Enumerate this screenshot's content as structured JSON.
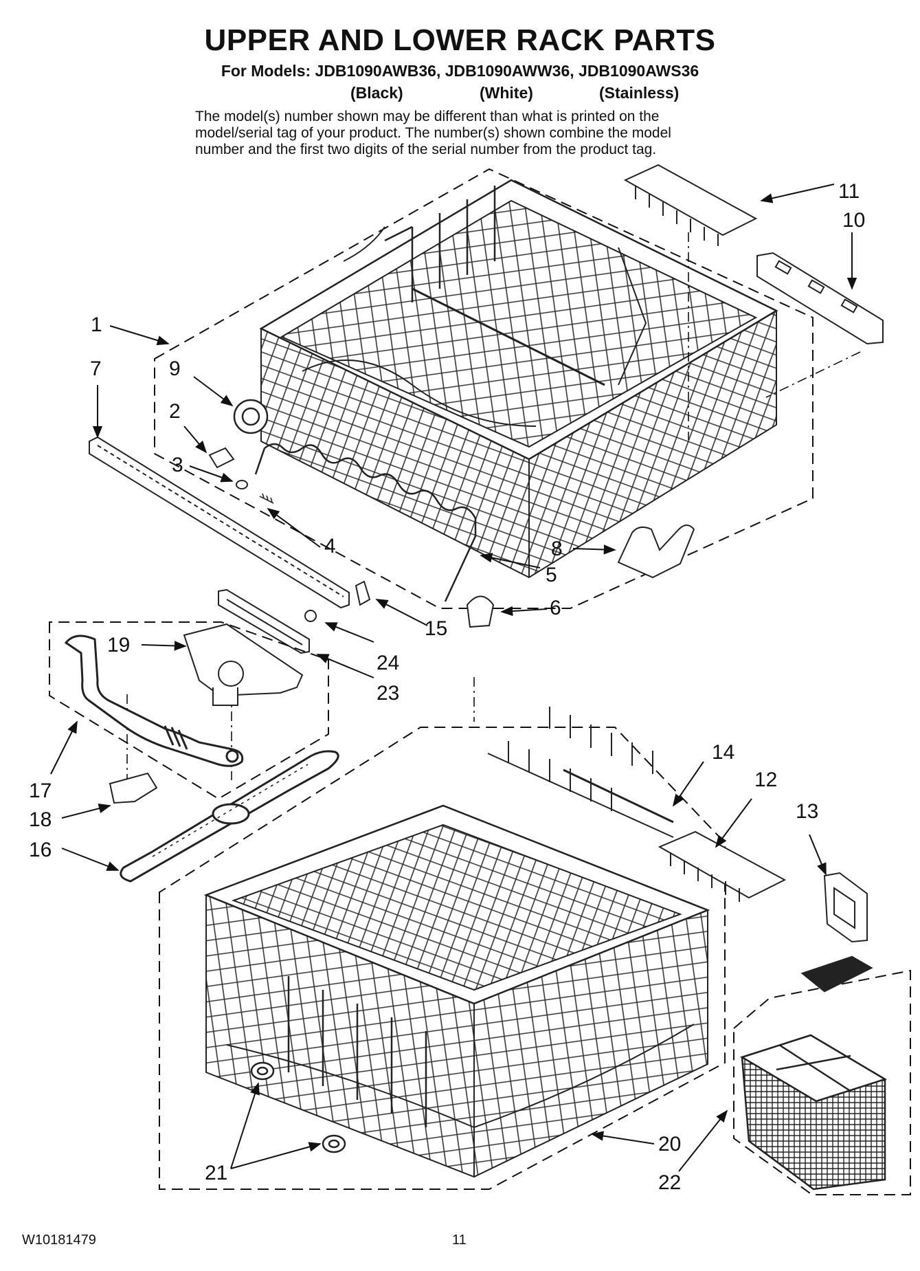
{
  "header": {
    "title": "UPPER AND LOWER RACK PARTS",
    "subtitle": "For Models: JDB1090AWB36, JDB1090AWW36, JDB1090AWS36",
    "variants": [
      "(Black)",
      "(White)",
      "(Stainless)"
    ],
    "notice_lines": [
      "The model(s) number shown may be different than what is printed on the",
      "model/serial tag of your product. The number(s) shown combine the model",
      "number and the first two digits of the serial number from the product tag."
    ]
  },
  "callouts": [
    "1",
    "2",
    "3",
    "4",
    "5",
    "6",
    "7",
    "8",
    "9",
    "10",
    "11",
    "12",
    "13",
    "14",
    "15",
    "16",
    "17",
    "18",
    "19",
    "20",
    "21",
    "22",
    "23",
    "24"
  ],
  "footer": {
    "doc_number": "W10181479",
    "page_number": "11"
  }
}
